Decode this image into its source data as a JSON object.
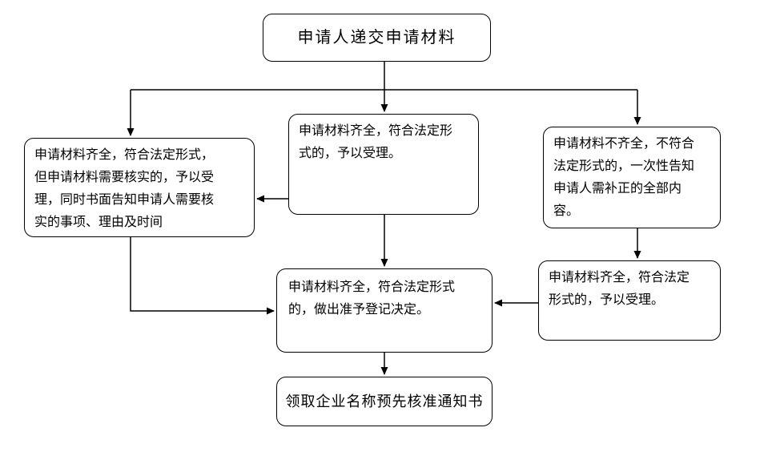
{
  "page": {
    "background_color": "#ffffff"
  },
  "flowchart": {
    "type": "flowchart",
    "colors": {
      "line": "#000000",
      "node_border": "#000000",
      "node_fill": "#ffffff",
      "text": "#000000"
    },
    "nodes": {
      "start": {
        "label": "申请人递交申请材料"
      },
      "verify": {
        "label": "申请材料齐全，符合法定形式，\n但申请材料需要核实的，予以受\n理，同时书面告知申请人需要核\n实的事项、理由及时间"
      },
      "accept": {
        "label": "申请材料齐全，符合法定形\n式的，予以受理。"
      },
      "incomplete": {
        "label": "申请材料不齐全，不符合\n法定形式的，一次性告知\n申请人需补正的全部内\n容。"
      },
      "accept2": {
        "label": "申请材料齐全，符合法定\n形式的，予以受理。"
      },
      "decision": {
        "label": "申请材料齐全，符合法定形式\n的，做出准予登记决定。"
      },
      "finish": {
        "label": "领取企业名称预先核准通知书"
      }
    },
    "edges": [
      {
        "from": "start",
        "to": "verify"
      },
      {
        "from": "start",
        "to": "accept"
      },
      {
        "from": "start",
        "to": "incomplete"
      },
      {
        "from": "accept",
        "to": "verify"
      },
      {
        "from": "accept",
        "to": "decision"
      },
      {
        "from": "incomplete",
        "to": "accept2"
      },
      {
        "from": "accept2",
        "to": "decision"
      },
      {
        "from": "verify",
        "to": "decision"
      },
      {
        "from": "decision",
        "to": "finish"
      }
    ]
  }
}
